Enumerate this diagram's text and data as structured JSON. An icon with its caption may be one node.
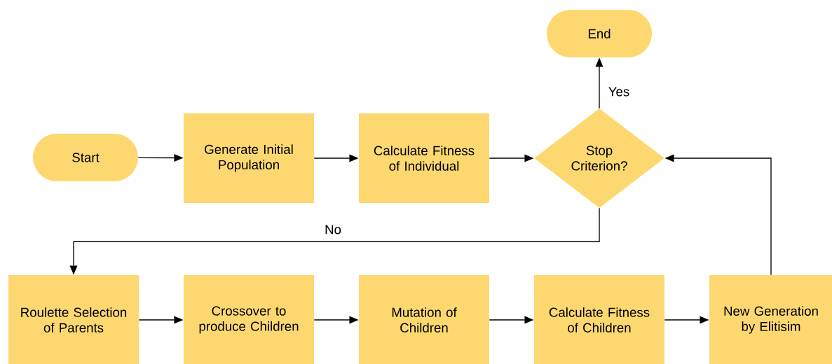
{
  "diagram": {
    "nodes": [
      {
        "text": [
          "End"
        ]
      },
      {
        "text": [
          "Start"
        ]
      },
      {
        "text": [
          "Generate Initial Population"
        ]
      },
      {
        "text": [
          "Calculate Fitness of Individual"
        ]
      },
      {
        "text": [
          "Stop Criterion?"
        ]
      },
      {
        "text": [
          "Roulette Selection of Parents"
        ]
      },
      {
        "text": [
          "Crossover to produce Children"
        ]
      },
      {
        "text": [
          "Mutation of Children"
        ]
      },
      {
        "text": [
          "Calculate Fitness of Children"
        ]
      },
      {
        "text": [
          "New Generation by Elitisim"
        ]
      }
    ],
    "edges": [
      {
        "from": 1,
        "to": 2,
        "arrow": "to"
      },
      {
        "from": 2,
        "to": 3,
        "arrow": "to"
      },
      {
        "from": 3,
        "to": 4,
        "arrow": "to"
      },
      {
        "from": 4,
        "to": 0,
        "arrow": "to",
        "label": "Yes"
      },
      {
        "from": 4,
        "to": 5,
        "arrow": "to",
        "label": "No"
      },
      {
        "from": 5,
        "to": 6,
        "arrow": "to"
      },
      {
        "from": 6,
        "to": 7,
        "arrow": "to"
      },
      {
        "from": 7,
        "to": 8,
        "arrow": "to"
      },
      {
        "from": 8,
        "to": 9,
        "arrow": "to"
      },
      {
        "from": 9,
        "to": 4,
        "arrow": "to"
      }
    ]
  }
}
